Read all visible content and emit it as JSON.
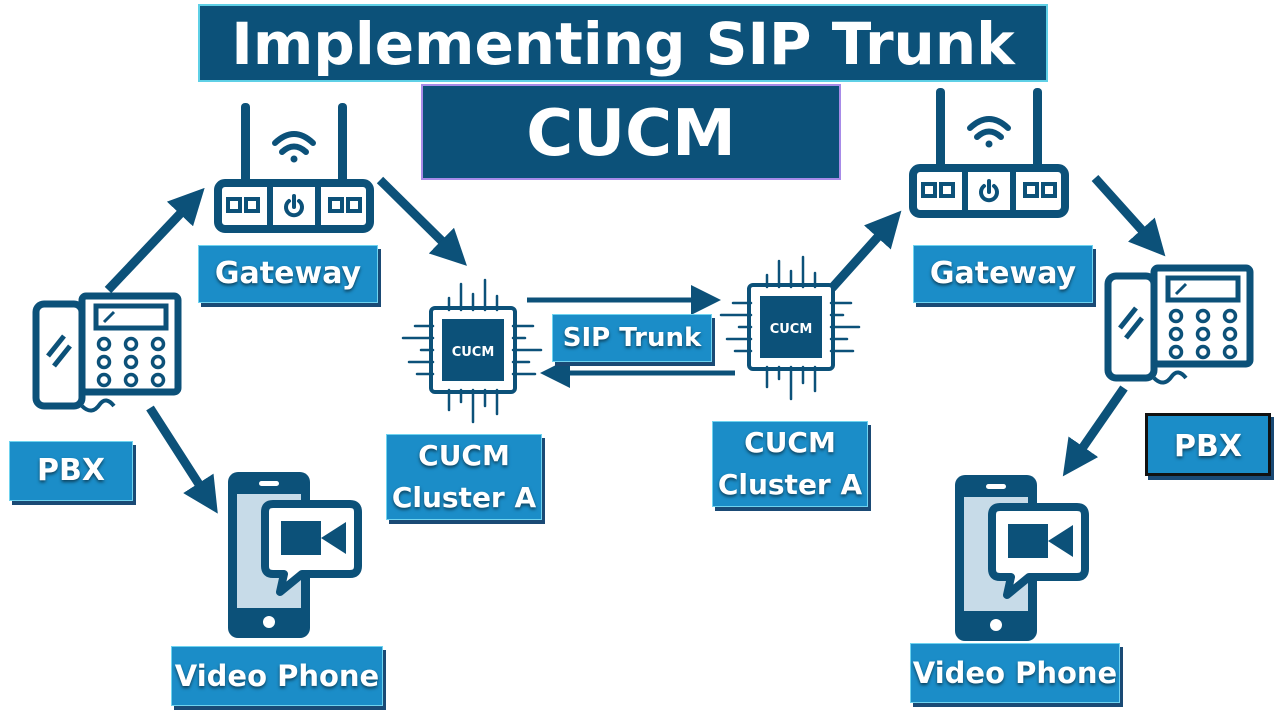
{
  "title": {
    "line1": "Implementing SIP Trunk",
    "line2": "CUCM"
  },
  "labels": {
    "gateway_left": "Gateway",
    "gateway_right": "Gateway",
    "pbx_left": "PBX",
    "pbx_right": "PBX",
    "video_phone_left": "Video Phone",
    "video_phone_right": "Video Phone",
    "sip_trunk": "SIP Trunk",
    "cucm_left_line1": "CUCM",
    "cucm_left_line2": "Cluster A",
    "cucm_right_line1": "CUCM",
    "cucm_right_line2": "Cluster A",
    "chip_left": "CUCM",
    "chip_right": "CUCM"
  },
  "colors": {
    "icon": "#0c5179",
    "label_bg": "#1b8dc8",
    "title_bg": "#0c5179",
    "screen_fill": "#c7dbe8"
  }
}
